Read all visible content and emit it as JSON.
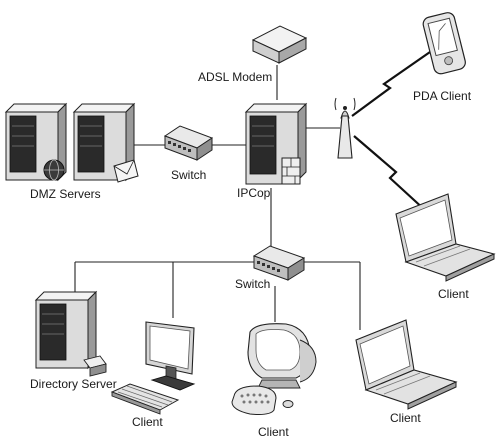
{
  "labels": {
    "adsl_modem": "ADSL Modem",
    "pda_client": "PDA Client",
    "dmz_servers": "DMZ Servers",
    "switch_top": "Switch",
    "ipcop": "IPCop",
    "switch_bottom": "Switch",
    "client_laptop_right": "Client",
    "directory_server": "Directory Server",
    "client_monitor": "Client",
    "client_imac": "Client",
    "client_laptop_bottom": "Client"
  },
  "icons": {
    "adsl_modem": "modem-icon",
    "pda": "pda-icon",
    "antenna": "wireless-antenna-icon",
    "server": "server-tower-icon",
    "switch": "network-switch-icon",
    "laptop": "laptop-icon",
    "monitor": "monitor-icon",
    "keyboard": "keyboard-icon",
    "imac": "imac-computer-icon",
    "globe": "globe-icon",
    "envelope": "envelope-icon"
  }
}
